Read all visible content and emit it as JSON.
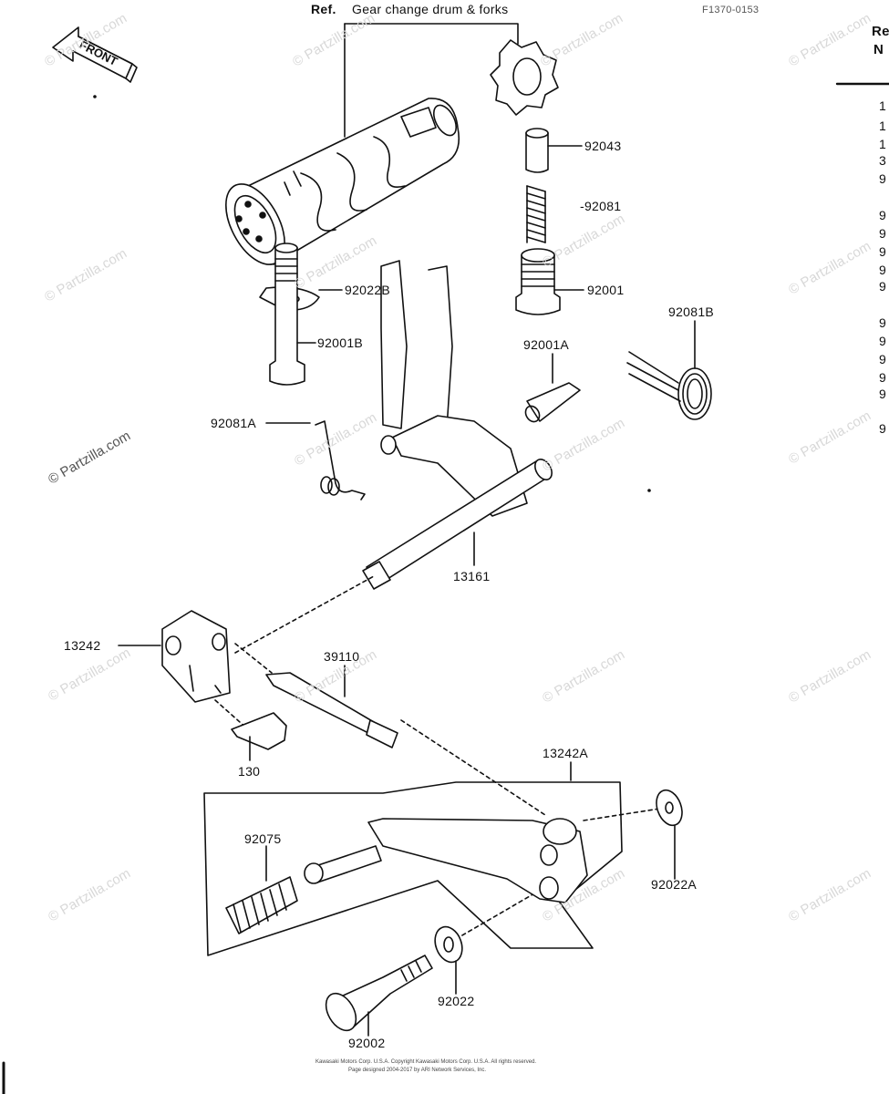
{
  "header": {
    "ref_label": "Ref.",
    "ref_title": "Gear change drum & forks",
    "drawing_code": "F1370-0153"
  },
  "front_arrow": {
    "label": "FRONT"
  },
  "right_column": {
    "header_line1": "Re",
    "header_line2": "N",
    "rows": [
      "1",
      "1",
      "1",
      "3",
      "9",
      "9",
      "9",
      "9",
      "9",
      "9",
      "9",
      "9",
      "9",
      "9",
      "9",
      "9"
    ]
  },
  "part_labels": {
    "p92043": "92043",
    "p92081": "-92081",
    "p92001": "92001",
    "p92022B": "92022B",
    "p92001B": "92001B",
    "p92081B": "92081B",
    "p92001A": "92001A",
    "p92081A": "92081A",
    "p13161": "13161",
    "p13242": "13242",
    "p39110": "39110",
    "p130": "130",
    "p13242A": "13242A",
    "p92075": "92075",
    "p92022A": "92022A",
    "p92022": "92022",
    "p92002": "92002"
  },
  "watermark": {
    "text": "© Partzilla.com"
  },
  "footer": {
    "line1": "Kawasaki Motors Corp. U.S.A. Copyright Kawasaki Motors Corp. U.S.A. All rights reserved.",
    "line2": "Page designed 2004-2017 by ARI Network Services, Inc."
  }
}
